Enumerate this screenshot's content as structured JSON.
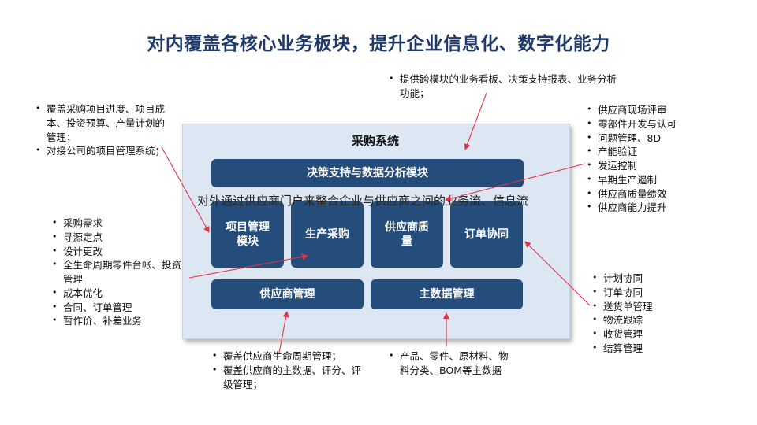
{
  "title": "对内覆盖各核心业务板块，提升企业信息化、数字化能力",
  "system": {
    "title": "采购系统",
    "decision_module": "决策支持与数据分析模块",
    "overlay_text": "对外通过供应商门户来整合企业与供应商之间的业务流、信息流",
    "modules_row": [
      "项目管理\n模块",
      "生产采购",
      "供应商质\n量",
      "订单协同"
    ],
    "supplier_mgmt": "供应商管理",
    "master_data": "主数据管理"
  },
  "notes": {
    "top_center": [
      "提供跨模块的业务看板、决策支持报表、业务分析功能；"
    ],
    "top_left": [
      "覆盖采购项目进度、项目成本、投资预算、产量计划的管理；",
      "对接公司的项目管理系统；"
    ],
    "right_top": [
      "供应商现场评审",
      "零部件开发与认可",
      "问题管理、8D",
      "产能验证",
      "发运控制",
      "早期生产遏制",
      "供应商质量绩效",
      "供应商能力提升"
    ],
    "left_middle": [
      "采购需求",
      "寻源定点",
      "设计更改",
      "全生命周期零件台帐、投资管理",
      "成本优化",
      "合同、订单管理",
      "暂作价、补差业务"
    ],
    "right_bottom": [
      "计划协同",
      "订单协同",
      "送货单管理",
      "物流跟踪",
      "收货管理",
      "结算管理"
    ],
    "bottom_left": [
      "覆盖供应商生命周期管理；",
      "覆盖供应商的主数据、评分、评级管理；"
    ],
    "bottom_right": [
      "产品、零件、原材料、物料分类、BOM等主数据"
    ]
  },
  "colors": {
    "title": "#1f3a6a",
    "module": "#244d7c",
    "system_bg": "#dde7f3",
    "arrow": "#e0334a"
  }
}
